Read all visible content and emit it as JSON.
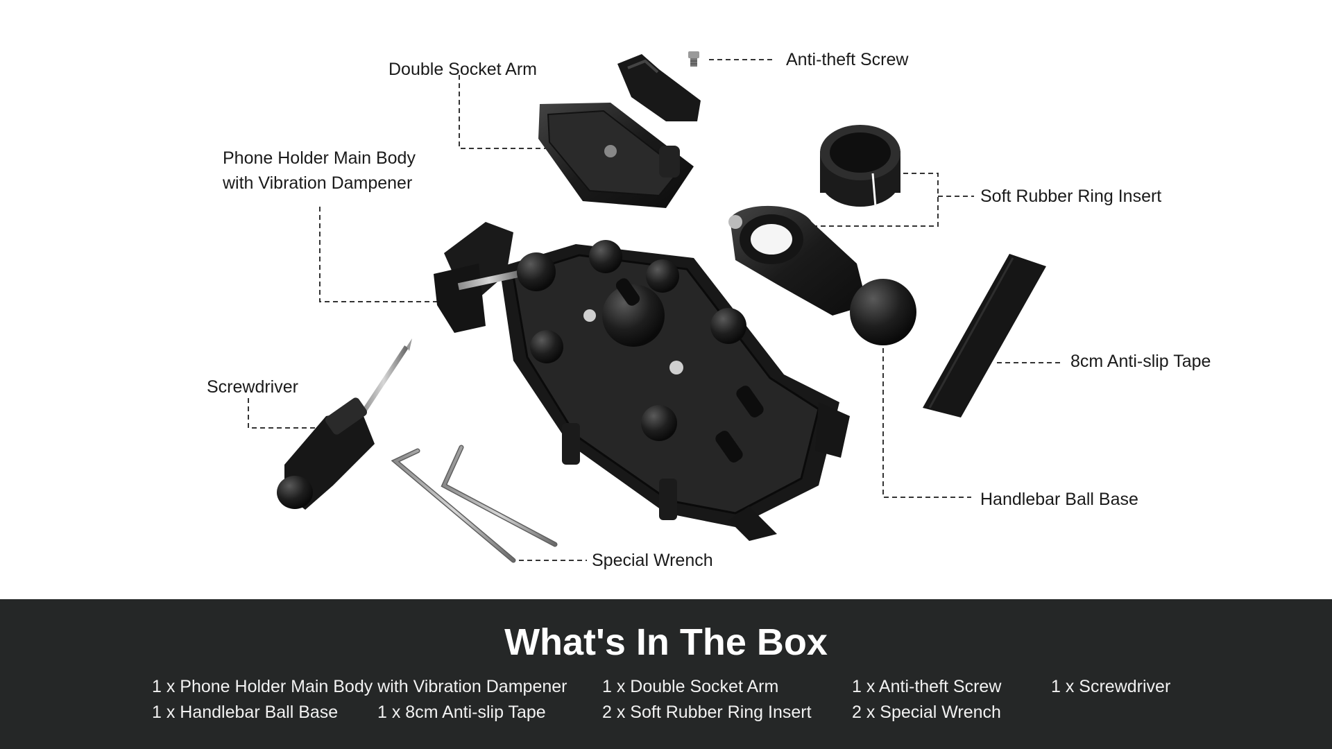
{
  "callouts": {
    "double_socket_arm": "Double Socket Arm",
    "anti_theft_screw": "Anti-theft Screw",
    "main_body_line1": "Phone Holder Main Body",
    "main_body_line2": "with Vibration Dampener",
    "soft_rubber_ring": "Soft Rubber Ring Insert",
    "anti_slip_tape": "8cm Anti-slip Tape",
    "screwdriver": "Screwdriver",
    "handlebar_ball_base": "Handlebar Ball Base",
    "special_wrench": "Special Wrench"
  },
  "box": {
    "title": "What's In The Box",
    "items": [
      "1 x Phone Holder Main Body with Vibration Dampener",
      "1 x Double Socket Arm",
      "1 x Anti-theft Screw",
      "1 x Screwdriver",
      "1 x Handlebar Ball Base",
      "1 x 8cm Anti-slip Tape",
      "2 x Soft Rubber Ring Insert",
      "2 x Special Wrench"
    ]
  },
  "colors": {
    "background": "#ffffff",
    "panel": "#252727",
    "product": "#1c1c1c",
    "leader_line": "#333333",
    "text_dark": "#1a1a1a",
    "text_light": "#f2f2f2"
  }
}
